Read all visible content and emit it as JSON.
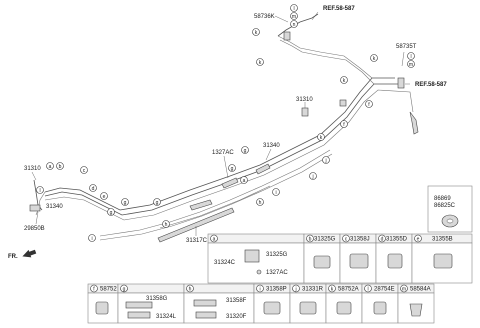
{
  "labels": {
    "ref_top": "REF.58-587",
    "ref_right": "REF.58-587",
    "p58736K": "58736K",
    "p58735T": "58735T",
    "p31310_mid": "31310",
    "p31340_mid": "31340",
    "p1327AC_top": "1327AC",
    "p31310_left": "31310",
    "p31340_left": "31340",
    "p29850B": "29850B",
    "p31317C": "31317C",
    "fr": "FR."
  },
  "callouts": {
    "a": "a",
    "b": "b",
    "c": "c",
    "d": "d",
    "e": "e",
    "f": "f",
    "g": "g",
    "h": "h",
    "i": "i",
    "j": "j",
    "k": "k",
    "l": "l",
    "m": "m",
    "n": "n"
  },
  "table": {
    "box_top_part1": "86869",
    "box_top_part2": "86825C",
    "row1": [
      {
        "letter": "a",
        "parts": [
          "31325G",
          "31324C",
          "1327AC"
        ]
      },
      {
        "letter": "b",
        "part": "31325G"
      },
      {
        "letter": "c",
        "part": "31358J"
      },
      {
        "letter": "d",
        "part": "31355D"
      },
      {
        "letter": "e",
        "part": "31355B"
      }
    ],
    "row2": [
      {
        "letter": "f",
        "part": "58752"
      },
      {
        "letter": "g",
        "parts": [
          "31358G",
          "31324L"
        ]
      },
      {
        "letter": "h",
        "parts": [
          "31358F",
          "31320F"
        ]
      },
      {
        "letter": "i",
        "part": "31358P"
      },
      {
        "letter": "j",
        "part": "31331R"
      },
      {
        "letter": "k",
        "part": "58752A"
      },
      {
        "letter": "l",
        "part": "28754E"
      },
      {
        "letter": "m",
        "part": "58584A"
      }
    ]
  }
}
